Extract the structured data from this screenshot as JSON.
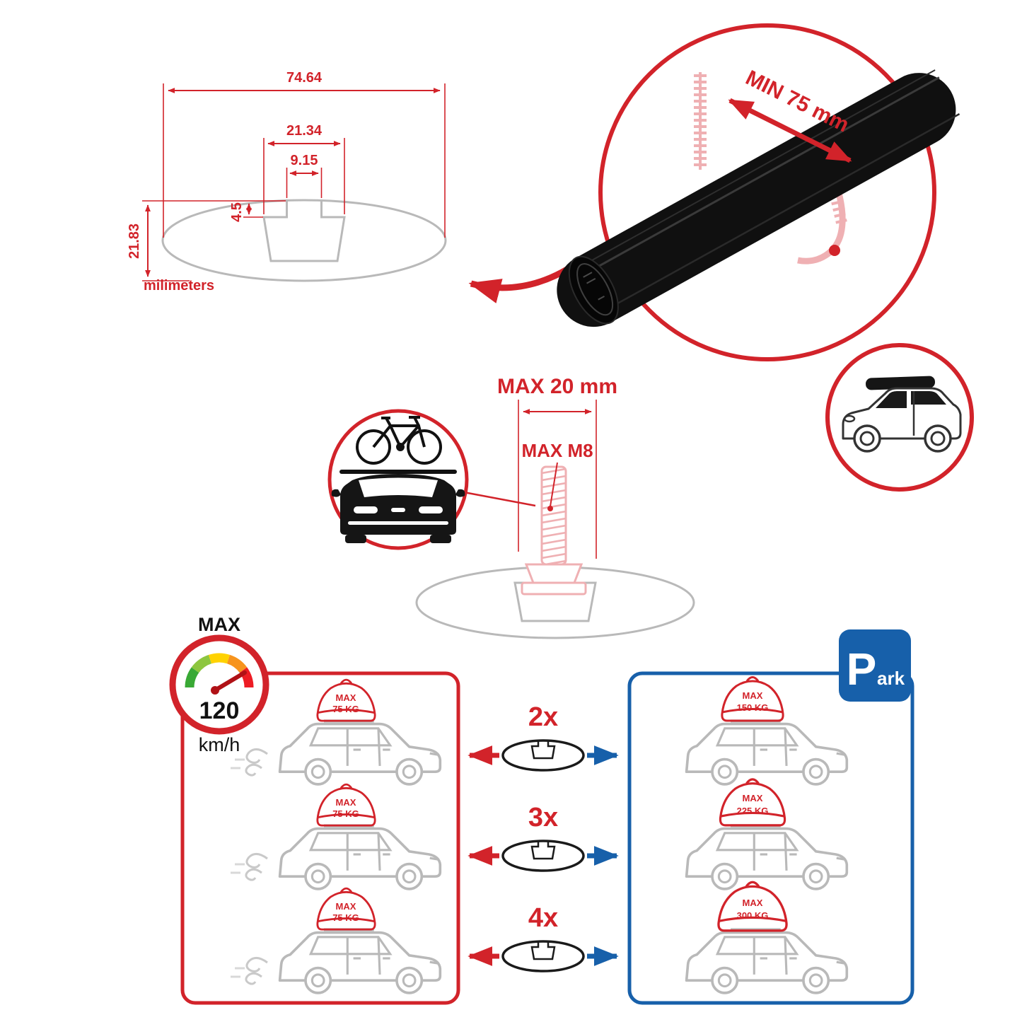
{
  "colors": {
    "red": "#d2232a",
    "blue": "#1760aa",
    "gray": "#b9b9b9",
    "pink": "#efb0b3",
    "dark": "#141414"
  },
  "dimension_diagram": {
    "total_width": "74.64",
    "channel_width": "21.34",
    "slot_width": "9.15",
    "lip_height": "4.5",
    "total_height": "21.83",
    "units_label": "milimeters"
  },
  "bar_detail": {
    "min_clamp_label": "MIN 75 mm"
  },
  "bolt_detail": {
    "max_length_label": "MAX 20 mm",
    "max_thread_label": "MAX M8"
  },
  "speed_limit": {
    "label": "MAX",
    "value": "120",
    "units": "km/h"
  },
  "park_sign": {
    "letter": "P",
    "suffix": "ark"
  },
  "capacity": {
    "multipliers": [
      "2x",
      "3x",
      "4x"
    ],
    "single_bar_cars": [
      {
        "max_label": "MAX",
        "weight": "75 KG"
      },
      {
        "max_label": "MAX",
        "weight": "75 KG"
      },
      {
        "max_label": "MAX",
        "weight": "75 KG"
      }
    ],
    "multi_bar_cars": [
      {
        "max_label": "MAX",
        "weight": "150 KG"
      },
      {
        "max_label": "MAX",
        "weight": "225 KG"
      },
      {
        "max_label": "MAX",
        "weight": "300 KG"
      }
    ]
  }
}
